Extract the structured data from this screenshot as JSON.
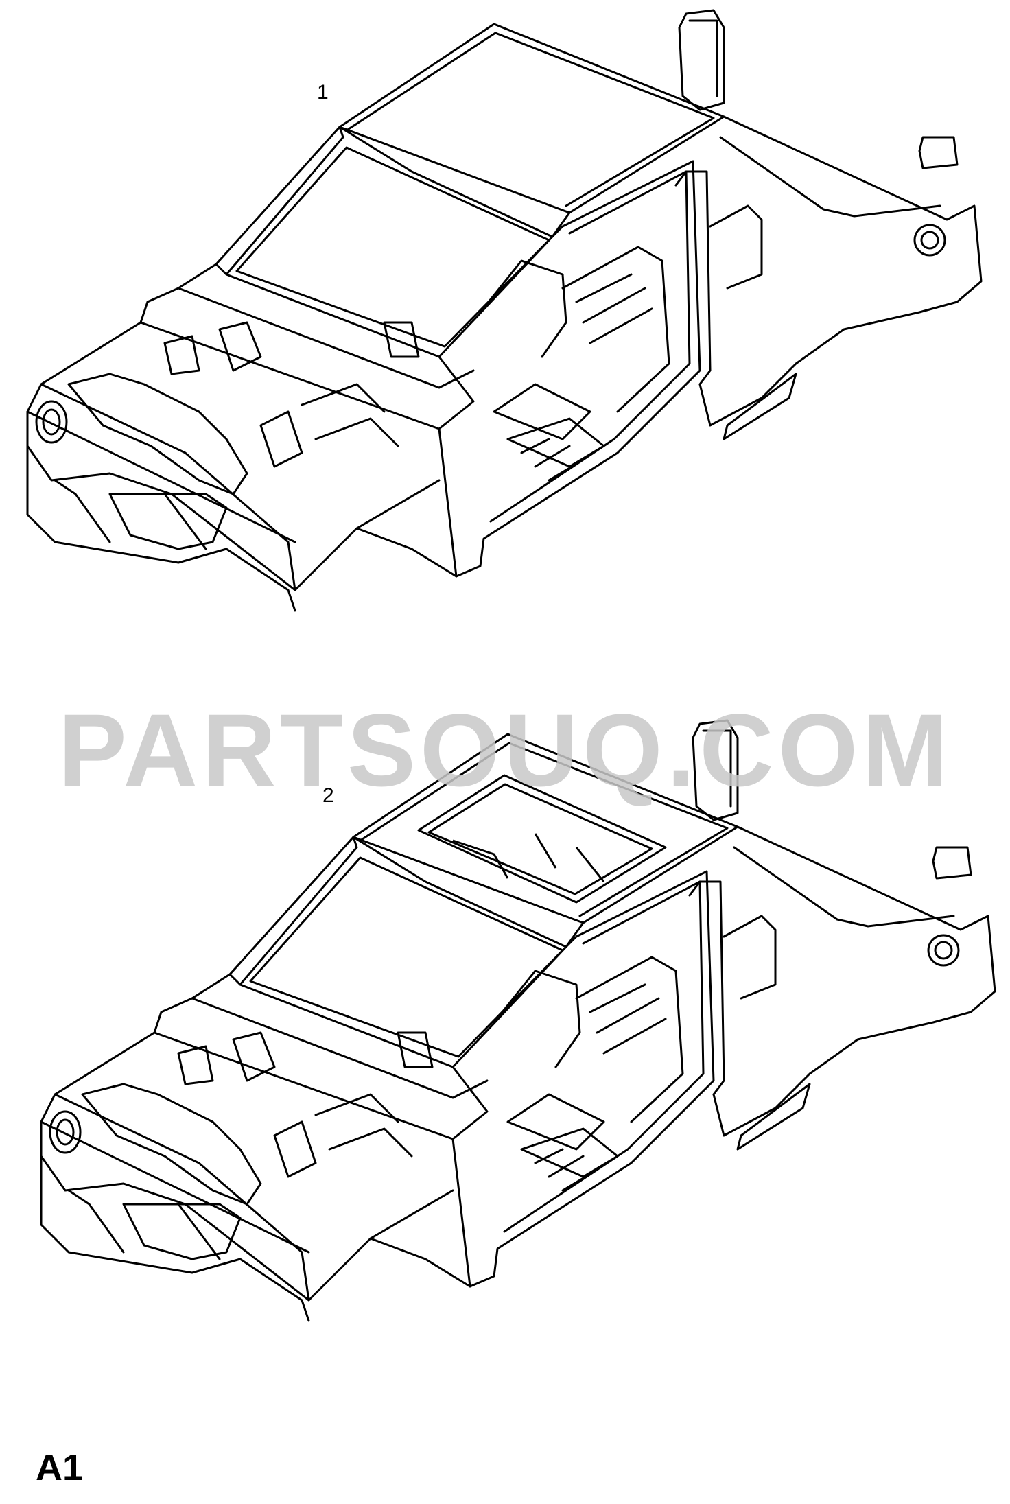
{
  "diagram": {
    "callouts": [
      {
        "id": "1",
        "label": "1"
      },
      {
        "id": "2",
        "label": "2"
      }
    ],
    "watermark": "PARTSOUQ.COM",
    "page_reference": "A1",
    "views": [
      {
        "callout": "1",
        "part": "body-in-white-shell",
        "roof": "solid"
      },
      {
        "callout": "2",
        "part": "body-in-white-shell",
        "roof": "sunroof-opening"
      }
    ]
  },
  "colors": {
    "line": "#000000",
    "watermark": "#c8c8c8",
    "background": "#ffffff"
  }
}
